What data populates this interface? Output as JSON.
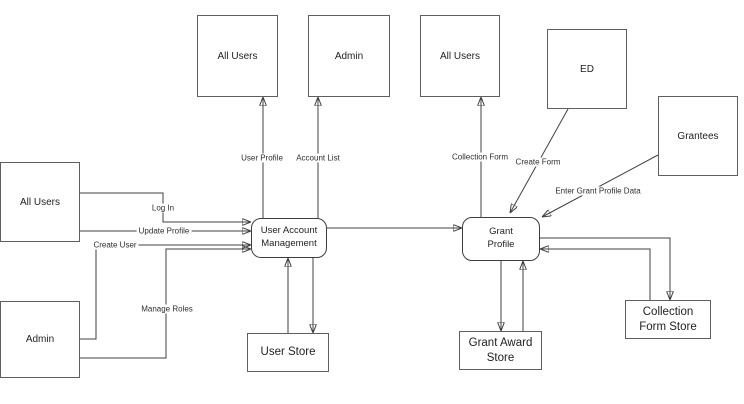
{
  "meta": {
    "type": "data-flow-diagram",
    "background_color": "#ffffff",
    "line_color": "#404040",
    "entity_border_color": "#5f5f5f",
    "process_border_color": "#3d3d3d",
    "text_color": "#1f1f1f"
  },
  "entities": {
    "all_users_top": {
      "label": "All Users"
    },
    "admin_top": {
      "label": "Admin"
    },
    "all_users_top2": {
      "label": "All Users"
    },
    "ed": {
      "label": "ED"
    },
    "grantees": {
      "label": "Grantees"
    },
    "all_users_left": {
      "label": "All Users"
    },
    "admin_left": {
      "label": "Admin"
    }
  },
  "processes": {
    "user_account_management": {
      "label": "User Account Management"
    },
    "grant_profile": {
      "label": "Grant Profile"
    }
  },
  "stores": {
    "user_store": {
      "label": "User Store"
    },
    "grant_award_store": {
      "label": "Grant Award Store"
    },
    "collection_form_store": {
      "label": "Collection Form Store"
    }
  },
  "flows": {
    "user_profile": {
      "label": "User Profile",
      "from": "User Account Management",
      "to": "All Users"
    },
    "account_list": {
      "label": "Account List",
      "from": "User Account Management",
      "to": "Admin"
    },
    "collection_form": {
      "label": "Collection Form",
      "from": "Grant Profile",
      "to": "All Users"
    },
    "create_form": {
      "label": "Create Form",
      "from": "ED",
      "to": "Grant Profile"
    },
    "enter_grant_profile_data": {
      "label": "Enter Grant Profile Data",
      "from": "Grantees",
      "to": "Grant Profile"
    },
    "log_in": {
      "label": "Log In",
      "from": "All Users",
      "to": "User Account Management"
    },
    "update_profile": {
      "label": "Update Profile",
      "from": "All Users",
      "to": "User Account Management"
    },
    "create_user": {
      "label": "Create User",
      "from": "Admin",
      "to": "User Account Management"
    },
    "manage_roles": {
      "label": "Manage Roles",
      "from": "Admin",
      "to": "User Account Management"
    },
    "uam_user_store": {
      "from": "User Account Management",
      "to": "User Store"
    },
    "user_store_uam": {
      "from": "User Store",
      "to": "User Account Management"
    },
    "uam_grant_profile": {
      "from": "User Account Management",
      "to": "Grant Profile"
    },
    "gp_grant_award_store": {
      "from": "Grant Profile",
      "to": "Grant Award Store"
    },
    "grant_award_store_gp": {
      "from": "Grant Award Store",
      "to": "Grant Profile"
    },
    "gp_collection_form_store": {
      "from": "Grant Profile",
      "to": "Collection Form Store"
    },
    "collection_form_store_gp": {
      "from": "Collection Form Store",
      "to": "Grant Profile"
    }
  }
}
